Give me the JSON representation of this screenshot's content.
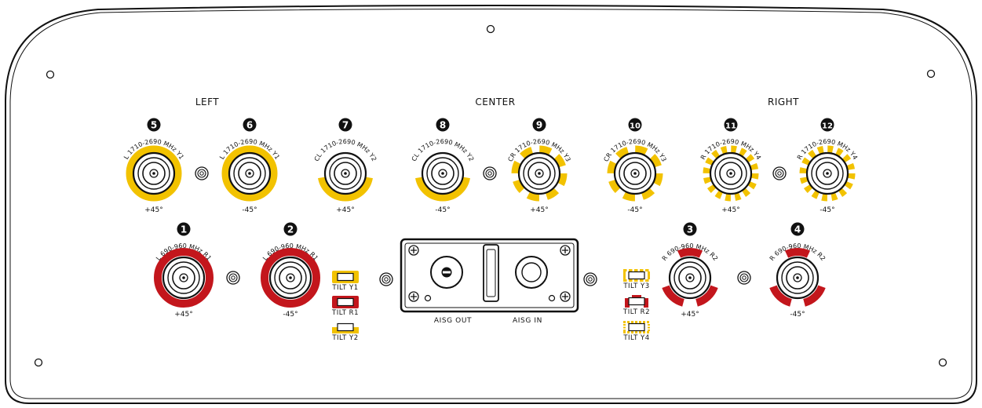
{
  "colors": {
    "yellow": "#f2c200",
    "red": "#c3161c",
    "outline": "#111111",
    "panel": "#ffffff"
  },
  "sections": {
    "left": "LEFT",
    "center": "CENTER",
    "right": "RIGHT"
  },
  "ports": [
    {
      "id": "p5",
      "number": "5",
      "label": "L 1710-2690 MHz Y1",
      "pol": "+45°",
      "color": "yellow",
      "style": "solid"
    },
    {
      "id": "p6",
      "number": "6",
      "label": "L 1710-2690 MHz Y1",
      "pol": "-45°",
      "color": "yellow",
      "style": "solid"
    },
    {
      "id": "p7",
      "number": "7",
      "label": "CL 1710-2690 MHz Y2",
      "pol": "+45°",
      "color": "yellow",
      "style": "lower-arc"
    },
    {
      "id": "p8",
      "number": "8",
      "label": "CL 1710-2690 MHz Y2",
      "pol": "-45°",
      "color": "yellow",
      "style": "lower-arc"
    },
    {
      "id": "p9",
      "number": "9",
      "label": "CR 1710-2690 MHz Y3",
      "pol": "+45°",
      "color": "yellow",
      "style": "dashed"
    },
    {
      "id": "p10",
      "number": "10",
      "label": "CR 1710-2690 MHz Y3",
      "pol": "-45°",
      "color": "yellow",
      "style": "dashed"
    },
    {
      "id": "p11",
      "number": "11",
      "label": "R 1710-2690 MHz Y4",
      "pol": "+45°",
      "color": "yellow",
      "style": "fine-dashed"
    },
    {
      "id": "p12",
      "number": "12",
      "label": "R 1710-2690 MHz Y4",
      "pol": "-45°",
      "color": "yellow",
      "style": "fine-dashed"
    },
    {
      "id": "p1",
      "number": "1",
      "label": "L 690-960 MHz R1",
      "pol": "+45°",
      "color": "red",
      "style": "solid"
    },
    {
      "id": "p2",
      "number": "2",
      "label": "L 690-960 MHz R1",
      "pol": "-45°",
      "color": "red",
      "style": "solid"
    },
    {
      "id": "p3",
      "number": "3",
      "label": "R 690-960 MHz R2",
      "pol": "+45°",
      "color": "red",
      "style": "segmented"
    },
    {
      "id": "p4",
      "number": "4",
      "label": "R 690-960 MHz R2",
      "pol": "-45°",
      "color": "red",
      "style": "segmented"
    }
  ],
  "tilts": [
    {
      "id": "ty1",
      "label": "TILT Y1",
      "color": "yellow",
      "style": "solid"
    },
    {
      "id": "tr1",
      "label": "TILT R1",
      "color": "red",
      "style": "solid"
    },
    {
      "id": "ty2",
      "label": "TILT Y2",
      "color": "yellow",
      "style": "lower"
    },
    {
      "id": "ty3",
      "label": "TILT Y3",
      "color": "yellow",
      "style": "dashed"
    },
    {
      "id": "tr2",
      "label": "TILT R2",
      "color": "red",
      "style": "segmented"
    },
    {
      "id": "ty4",
      "label": "TILT Y4",
      "color": "yellow",
      "style": "fine-dashed"
    }
  ],
  "aisg": {
    "out_label": "AISG OUT",
    "in_label": "AISG IN"
  }
}
